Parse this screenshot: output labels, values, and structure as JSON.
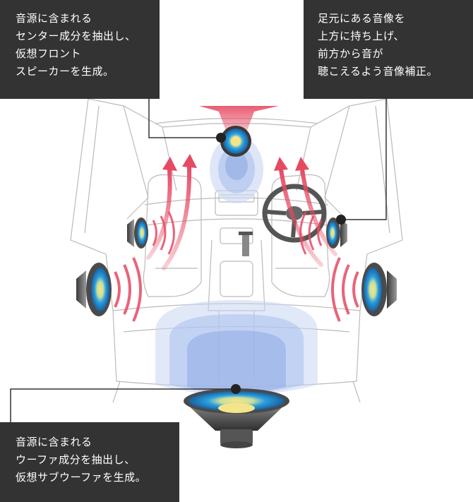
{
  "callouts": {
    "center": {
      "lines": [
        "音源に含まれる",
        "センター成分を抽出し、",
        "仮想フロント",
        "スピーカーを生成。"
      ]
    },
    "upper": {
      "lines": [
        "足元にある音像を",
        "上方に持ち上げ、",
        "前方から音が",
        "聴こえるよう音像補正。"
      ]
    },
    "woofer": {
      "lines": [
        "音源に含まれる",
        "ウーファ成分を抽出し、",
        "仮想サブウーファを生成。"
      ]
    }
  },
  "colors": {
    "callout_bg": "#333333",
    "callout_text": "#ffffff",
    "leader_line": "#333333",
    "arrow_red": "#e64a62",
    "sound_field_blue": "#9fb8e8",
    "speaker_cone_blue": "#2a9fe0",
    "speaker_cone_yellow": "#f4e58a",
    "speaker_body": "#4a4a4a",
    "car_outline": "#bbbbbb"
  },
  "icons": {
    "virtual_center": "virtual-center-speaker-icon",
    "subwoofer": "virtual-subwoofer-icon",
    "side_speakers": "speaker-icon"
  }
}
